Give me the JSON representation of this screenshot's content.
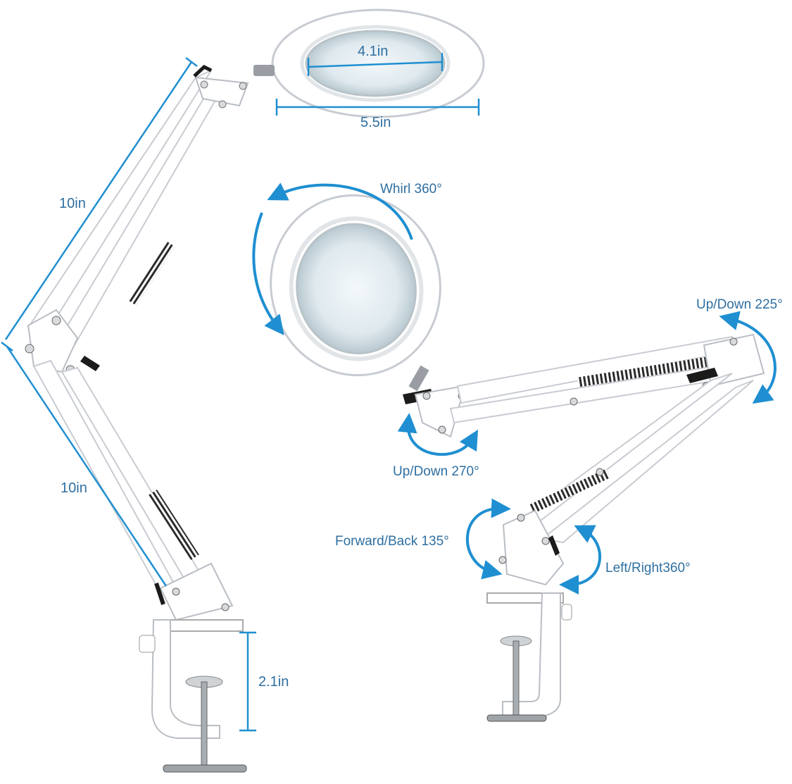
{
  "colors": {
    "accent": "#1f8fd1",
    "label": "#2f6fa0",
    "lamp_body": "#ffffff",
    "lamp_edge": "#c8ccd2",
    "spring": "#2b2b2b",
    "knob": "#222222"
  },
  "dimensions": {
    "lens_diameter": "4.1in",
    "head_diameter": "5.5in",
    "upper_arm": "10in",
    "lower_arm": "10in",
    "clamp_height": "2.1in"
  },
  "rotations": {
    "whirl": "Whirl 360°",
    "up_down_top": "Up/Down 225°",
    "up_down_head": "Up/Down 270°",
    "forward_back": "Forward/Back 135°",
    "left_right": "Left/Right360°"
  }
}
